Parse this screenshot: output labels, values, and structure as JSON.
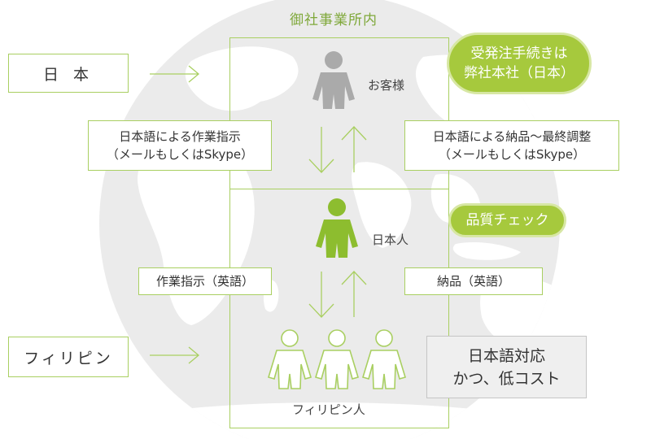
{
  "title": "御社事業所内",
  "countries": {
    "japan": "日 本",
    "philippines": "フィリピン"
  },
  "customer_label": "お客様",
  "japanese_staff_label": "日本人",
  "filipino_staff_label": "フィリピン人",
  "notes": {
    "instruction_ja_line1": "日本語による作業指示",
    "instruction_ja_line2": "（メールもしくはSkype）",
    "delivery_ja_line1": "日本語による納品～最終調整",
    "delivery_ja_line2": "（メールもしくはSkype）",
    "instruction_en": "作業指示（英語）",
    "delivery_en": "納品（英語）"
  },
  "badges": {
    "contract_line1": "受発注手続きは",
    "contract_line2": "弊社本社（日本）",
    "quality_check": "品質チェック"
  },
  "feature_box": {
    "line1": "日本語対応",
    "line2": "かつ、低コスト"
  },
  "colors": {
    "accent_green": "#8dbd2f",
    "badge_green": "#a6c93d",
    "line_green": "#a9cf61",
    "person_gray": "#aaaaaa",
    "globe_gray": "#e9e9e9"
  },
  "icons": [
    "globe-map",
    "customer-person-icon",
    "japanese-person-icon",
    "filipino-person-icon",
    "arrow-right-icon",
    "arrow-down-icon",
    "arrow-up-icon"
  ]
}
